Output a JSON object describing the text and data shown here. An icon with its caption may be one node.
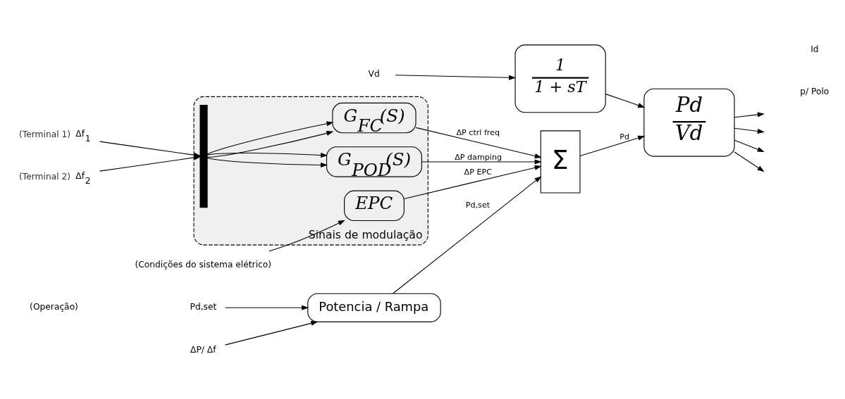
{
  "diagram": {
    "nodes": [
      {
        "text": [
          "Potencia / Rampa"
        ]
      },
      {
        "text": [
          "Σ"
        ]
      },
      {
        "text": [
          "Pd",
          "Vd"
        ]
      },
      {
        "text": [
          "Sinais de modulação"
        ]
      },
      {
        "text": [],
        "shape": "bar",
        "in": 3
      },
      {
        "text": [
          "G$_{FC}$(S)"
        ],
        "in": 3
      },
      {
        "text": [
          "G$_{POD}$(S)"
        ],
        "in": 3
      },
      {
        "text": [
          "EPC"
        ],
        "in": 3
      },
      {
        "text": [
          "1",
          "1 + sT"
        ]
      },
      {
        "text": [
          "Pd,set"
        ]
      },
      {
        "text": [
          "ΔP/ Δf"
        ]
      },
      {
        "text": [
          "Δf$_{1}$"
        ],
        "beside": [
          "(Terminal 1)"
        ]
      },
      {
        "text": [
          "Δf$_{2}$"
        ],
        "beside": [
          "(Terminal 2)"
        ]
      },
      {
        "text": [
          "(Condições do sistema elétrico)"
        ]
      },
      {
        "text": [
          "Vd"
        ]
      }
    ],
    "edges": [
      {
        "from": 9,
        "to": 0,
        "arrow": "to"
      },
      {
        "from": 10,
        "to": 0,
        "arrow": "to"
      },
      {
        "from": 0,
        "to": 1,
        "arrow": "to",
        "label": "Pd,set"
      },
      {
        "from": 5,
        "to": 1,
        "arrow": "to",
        "label": "ΔP ctrl freq"
      },
      {
        "from": 6,
        "to": 1,
        "arrow": "to",
        "label": "ΔP damping"
      },
      {
        "from": 7,
        "to": 1,
        "arrow": "to",
        "label": "ΔP EPC"
      },
      {
        "from": 1,
        "to": 2,
        "arrow": "to",
        "label": "Pd"
      },
      {
        "from": 8,
        "to": 2,
        "arrow": "to"
      },
      {
        "from": 11,
        "to": 4,
        "arrow": "to"
      },
      {
        "from": 12,
        "to": 4,
        "arrow": "to"
      },
      {
        "from": 4,
        "to": 5,
        "arrow": "to"
      },
      {
        "from": 4,
        "to": 5,
        "arrow": "to"
      },
      {
        "from": 4,
        "to": 6,
        "arrow": "to"
      },
      {
        "from": 4,
        "to": 6,
        "arrow": "to"
      },
      {
        "from": 13,
        "to": 7,
        "arrow": "to"
      },
      {
        "from": 14,
        "to": 8,
        "arrow": "to"
      },
      {
        "from": 2,
        "to": null,
        "arrow": "to"
      },
      {
        "from": 2,
        "to": null,
        "arrow": "to"
      },
      {
        "from": 2,
        "to": null,
        "arrow": "to"
      },
      {
        "from": 2,
        "to": null,
        "arrow": "to"
      }
    ],
    "labels": [
      "(Operação)",
      "Id",
      "p/ Polo"
    ]
  }
}
